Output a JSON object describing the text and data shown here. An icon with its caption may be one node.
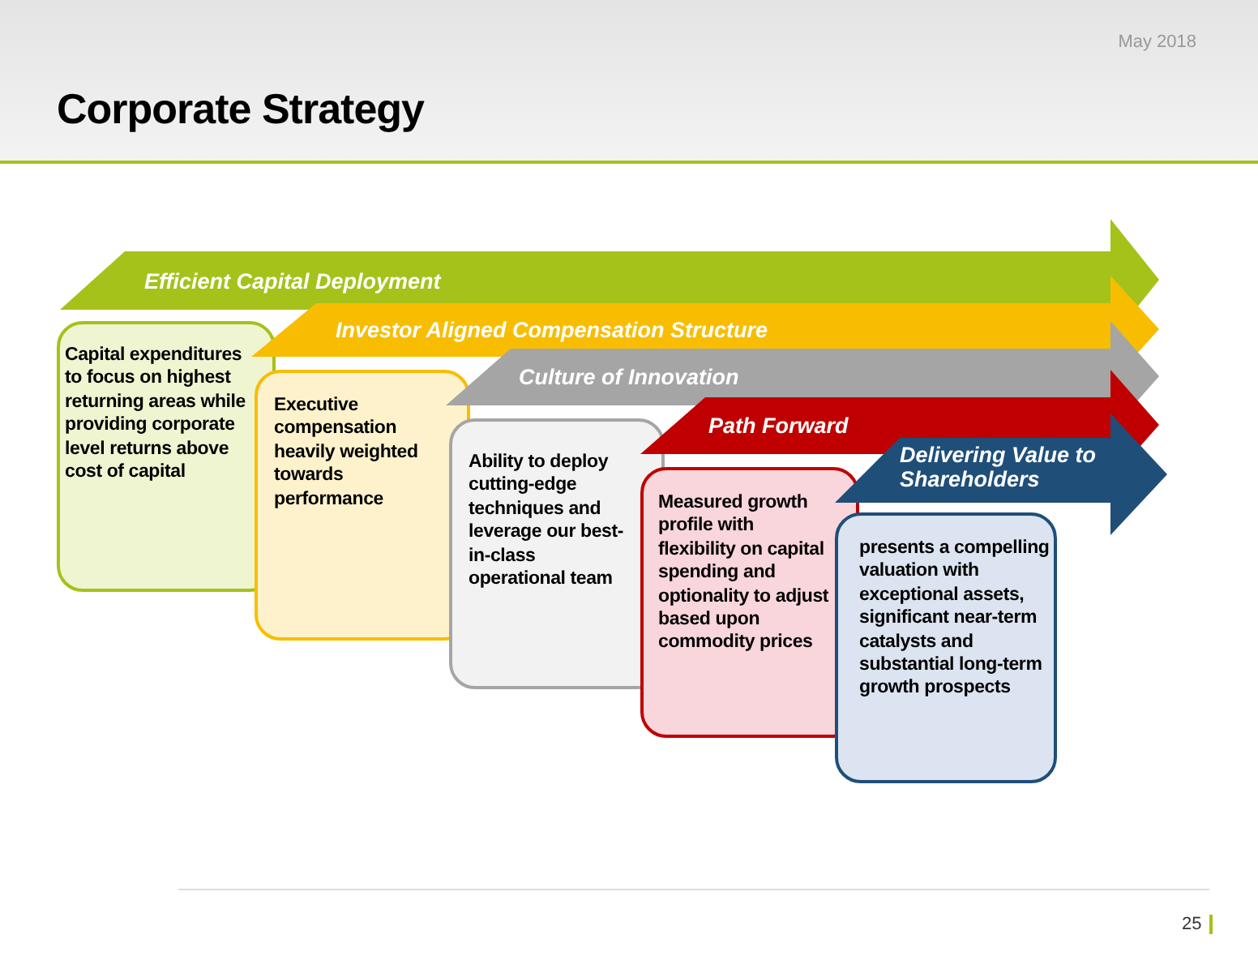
{
  "diagram": {
    "title": "Corporate Strategy",
    "nodes": [
      {
        "text": [
          "Efficient Capital Deployment"
        ]
      },
      {
        "text": [
          "Capital expenditures to focus on highest returning areas while providing corporate level returns above cost of capital"
        ]
      },
      {
        "text": [
          "Investor Aligned Compensation Structure"
        ]
      },
      {
        "text": [
          "Executive compensation heavily weighted towards performance"
        ]
      },
      {
        "text": [
          "Culture of Innovation"
        ]
      },
      {
        "text": [
          "Ability to deploy cutting-edge techniques and leverage our best-in-class operational team"
        ]
      },
      {
        "text": [
          "Path Forward"
        ]
      },
      {
        "text": [
          "Measured growth profile with flexibility on capital spending and optionality to adjust based upon commodity prices"
        ]
      },
      {
        "text": [
          "Delivering Value to Shareholders"
        ]
      },
      {
        "text": [
          "presents a compelling valuation with exceptional assets, significant near-term catalysts and substantial long-term growth prospects"
        ]
      }
    ],
    "labels": [
      "May 2018",
      "25"
    ]
  }
}
